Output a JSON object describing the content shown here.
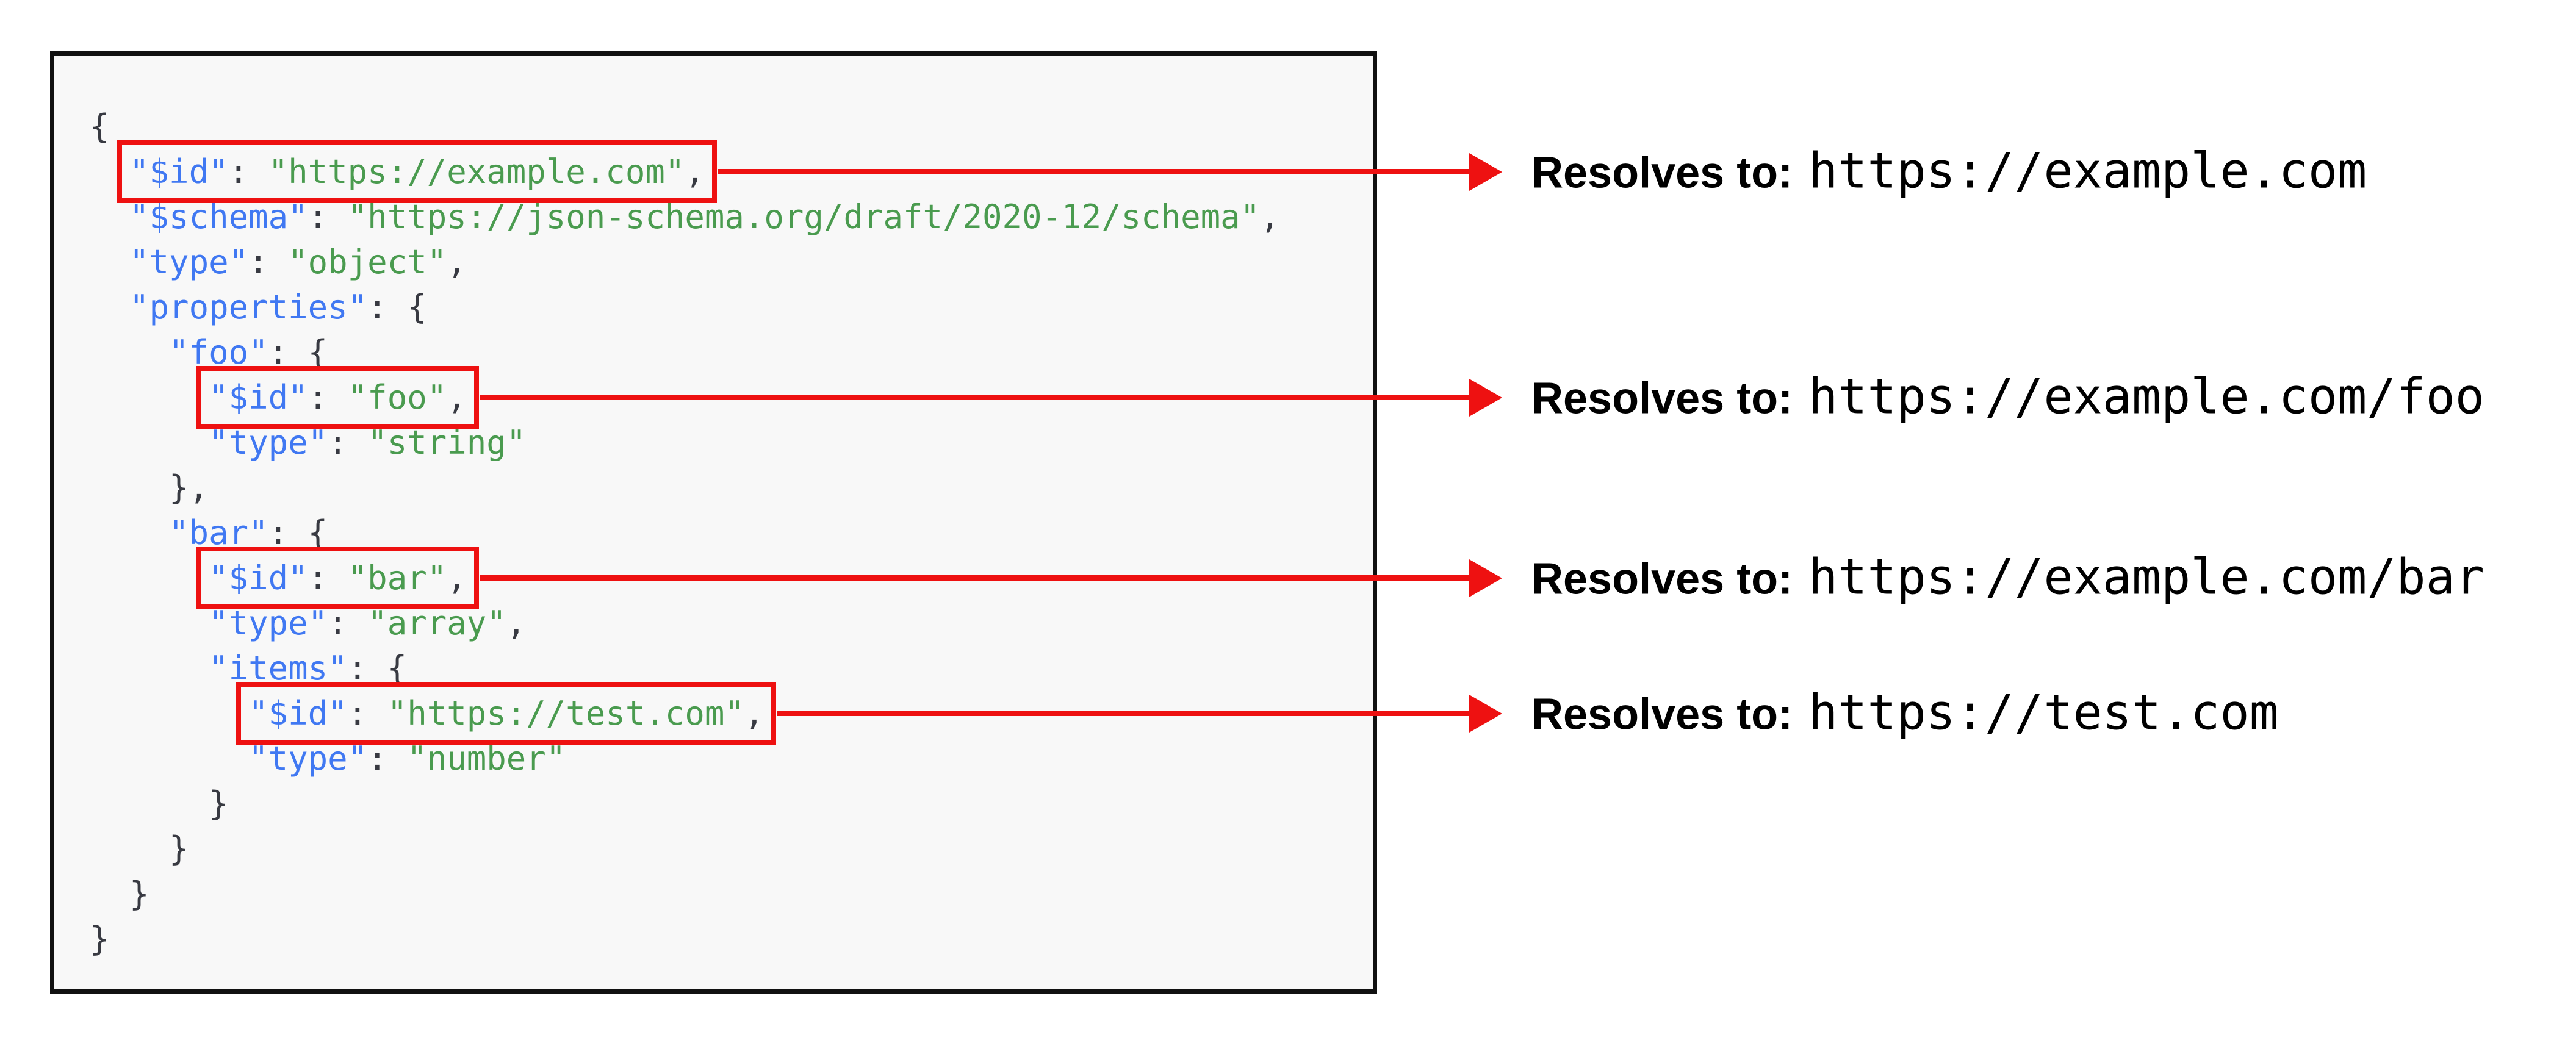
{
  "colors": {
    "key_blue": "#4078f2",
    "string_green": "#4a9b4f",
    "punctuation_dark": "#383a42",
    "highlight_red": "#ee1111",
    "panel_background": "#f8f8f8",
    "panel_border": "#111111",
    "page_background": "#ffffff",
    "annotation_text": "#000000"
  },
  "annotations": [
    {
      "label": "Resolves to:",
      "value": "https://example.com"
    },
    {
      "label": "Resolves to:",
      "value": "https://example.com/foo"
    },
    {
      "label": "Resolves to:",
      "value": "https://example.com/bar"
    },
    {
      "label": "Resolves to:",
      "value": "https://test.com"
    }
  ],
  "code": {
    "lines": [
      {
        "indent": 0,
        "tokens": [
          [
            "p",
            "{"
          ]
        ]
      },
      {
        "indent": 2,
        "boxed": true,
        "annotation": 0,
        "tokens": [
          [
            "k",
            "\"$id\""
          ],
          [
            "p",
            ": "
          ],
          [
            "s",
            "\"https://example.com\""
          ],
          [
            "p",
            ","
          ]
        ]
      },
      {
        "indent": 2,
        "tokens": [
          [
            "k",
            "\"$schema\""
          ],
          [
            "p",
            ": "
          ],
          [
            "s",
            "\"https://json-schema.org/draft/2020-12/schema\""
          ],
          [
            "p",
            ","
          ]
        ]
      },
      {
        "indent": 2,
        "tokens": [
          [
            "k",
            "\"type\""
          ],
          [
            "p",
            ": "
          ],
          [
            "s",
            "\"object\""
          ],
          [
            "p",
            ","
          ]
        ]
      },
      {
        "indent": 2,
        "tokens": [
          [
            "k",
            "\"properties\""
          ],
          [
            "p",
            ": {"
          ]
        ]
      },
      {
        "indent": 4,
        "tokens": [
          [
            "k",
            "\"foo\""
          ],
          [
            "p",
            ": {"
          ]
        ]
      },
      {
        "indent": 6,
        "boxed": true,
        "annotation": 1,
        "tokens": [
          [
            "k",
            "\"$id\""
          ],
          [
            "p",
            ": "
          ],
          [
            "s",
            "\"foo\""
          ],
          [
            "p",
            ","
          ]
        ]
      },
      {
        "indent": 6,
        "tokens": [
          [
            "k",
            "\"type\""
          ],
          [
            "p",
            ": "
          ],
          [
            "s",
            "\"string\""
          ]
        ]
      },
      {
        "indent": 4,
        "tokens": [
          [
            "p",
            "},"
          ]
        ]
      },
      {
        "indent": 4,
        "tokens": [
          [
            "k",
            "\"bar\""
          ],
          [
            "p",
            ": {"
          ]
        ]
      },
      {
        "indent": 6,
        "boxed": true,
        "annotation": 2,
        "tokens": [
          [
            "k",
            "\"$id\""
          ],
          [
            "p",
            ": "
          ],
          [
            "s",
            "\"bar\""
          ],
          [
            "p",
            ","
          ]
        ]
      },
      {
        "indent": 6,
        "tokens": [
          [
            "k",
            "\"type\""
          ],
          [
            "p",
            ": "
          ],
          [
            "s",
            "\"array\""
          ],
          [
            "p",
            ","
          ]
        ]
      },
      {
        "indent": 6,
        "tokens": [
          [
            "k",
            "\"items\""
          ],
          [
            "p",
            ": {"
          ]
        ]
      },
      {
        "indent": 8,
        "boxed": true,
        "annotation": 3,
        "tokens": [
          [
            "k",
            "\"$id\""
          ],
          [
            "p",
            ": "
          ],
          [
            "s",
            "\"https://test.com\""
          ],
          [
            "p",
            ","
          ]
        ]
      },
      {
        "indent": 8,
        "tokens": [
          [
            "k",
            "\"type\""
          ],
          [
            "p",
            ": "
          ],
          [
            "s",
            "\"number\""
          ]
        ]
      },
      {
        "indent": 6,
        "tokens": [
          [
            "p",
            "}"
          ]
        ]
      },
      {
        "indent": 4,
        "tokens": [
          [
            "p",
            "}"
          ]
        ]
      },
      {
        "indent": 2,
        "tokens": [
          [
            "p",
            "}"
          ]
        ]
      },
      {
        "indent": 0,
        "tokens": [
          [
            "p",
            "}"
          ]
        ]
      }
    ]
  }
}
